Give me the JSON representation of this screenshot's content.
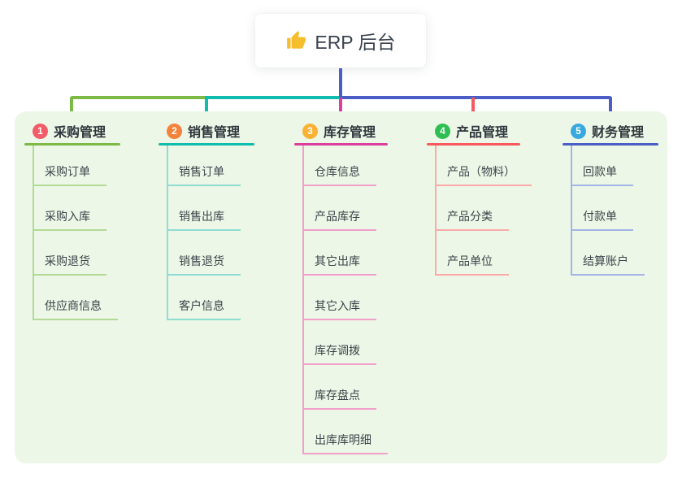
{
  "root": {
    "title": "ERP 后台",
    "icon": "thumbs-up-icon",
    "icon_color": "#f6be2c"
  },
  "panel_bg": "#edf7e7",
  "root_connector_color": "#4a5ec5",
  "branches": [
    {
      "number": "1",
      "title": "采购管理",
      "line_color": "#7cba45",
      "sub_line_color": "#b3da95",
      "badge_color": "#f25b68",
      "items": [
        "采购订单",
        "采购入库",
        "采购退货",
        "供应商信息"
      ]
    },
    {
      "number": "2",
      "title": "销售管理",
      "line_color": "#10bcab",
      "sub_line_color": "#8fdcd4",
      "badge_color": "#f5823b",
      "items": [
        "销售订单",
        "销售出库",
        "销售退货",
        "客户信息"
      ]
    },
    {
      "number": "3",
      "title": "库存管理",
      "line_color": "#dd3d9c",
      "sub_line_color": "#f19fcb",
      "badge_color": "#f9b233",
      "items": [
        "仓库信息",
        "产品库存",
        "其它出库",
        "其它入库",
        "库存调拨",
        "库存盘点",
        "出库库明细"
      ]
    },
    {
      "number": "4",
      "title": "产品管理",
      "line_color": "#f7595c",
      "sub_line_color": "#fba9a9",
      "badge_color": "#2fbe52",
      "items": [
        "产品（物料）",
        "产品分类",
        "产品单位"
      ]
    },
    {
      "number": "5",
      "title": "财务管理",
      "line_color": "#4a5ec5",
      "sub_line_color": "#a3b4e6",
      "badge_color": "#38a8e0",
      "items": [
        "回款单",
        "付款单",
        "结算账户"
      ]
    }
  ]
}
